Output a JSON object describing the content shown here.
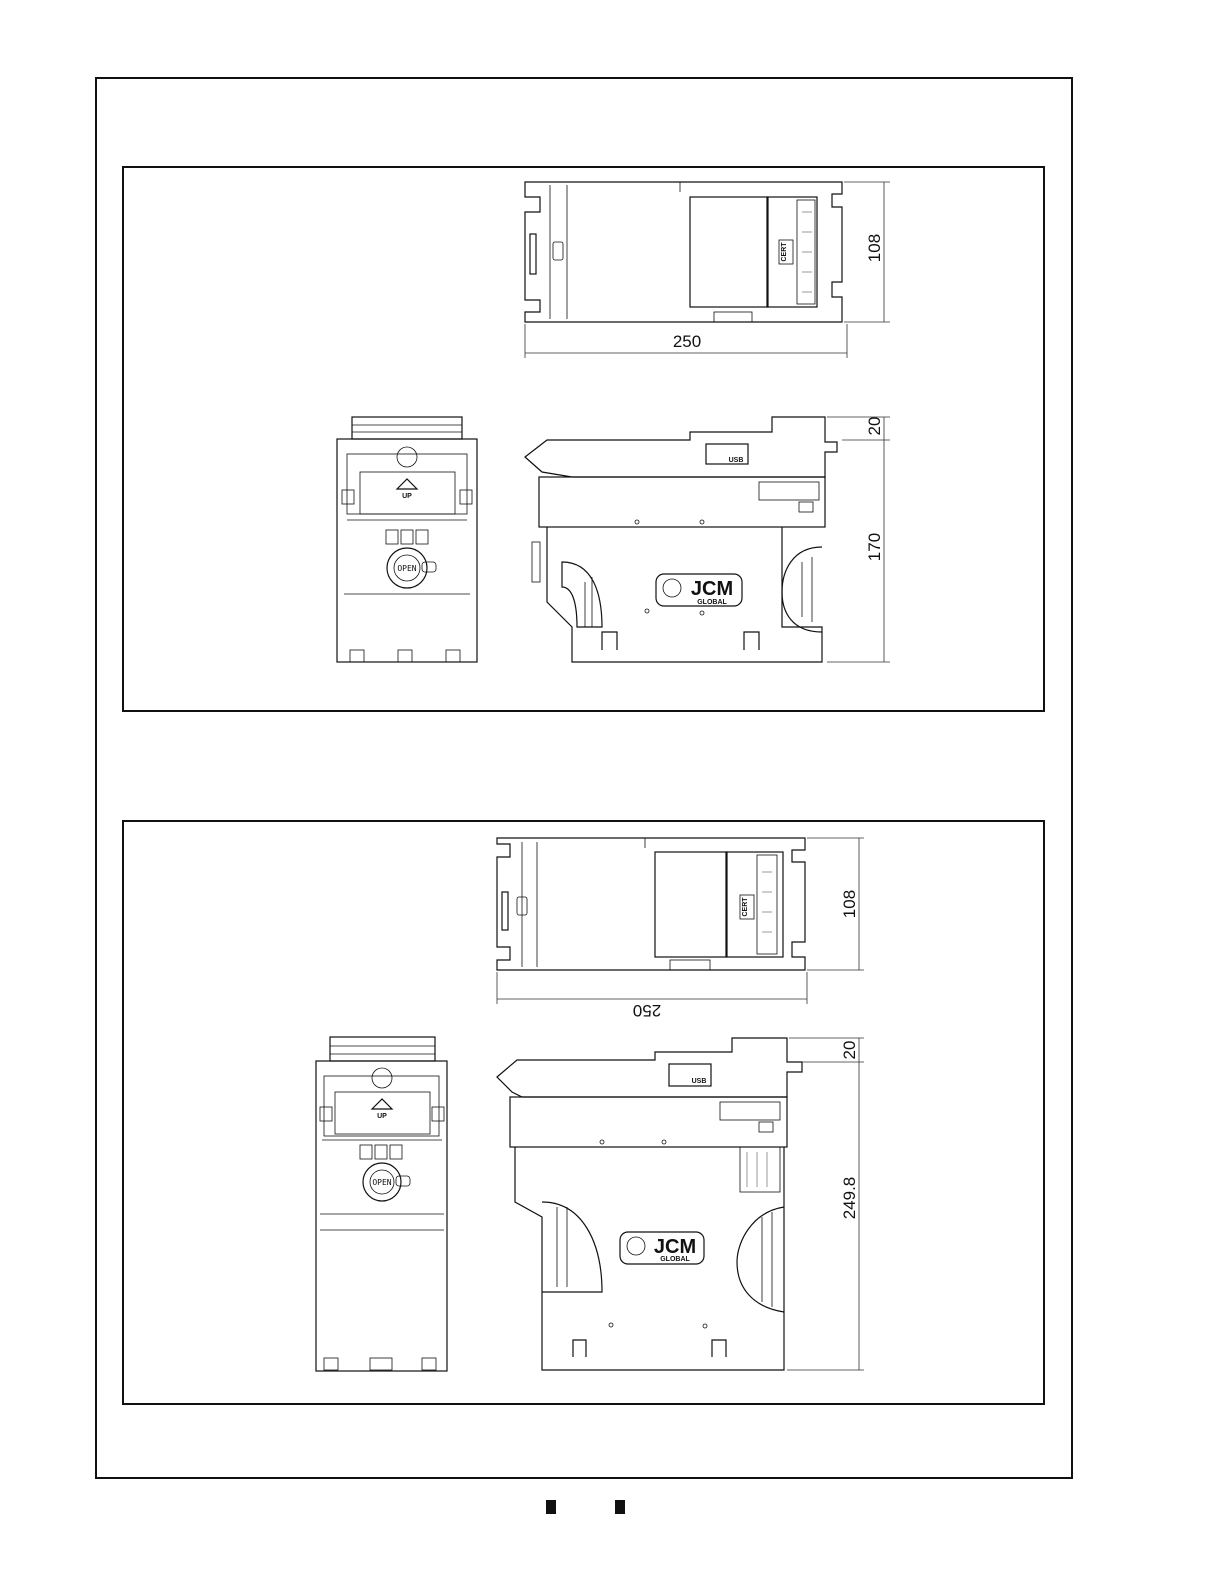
{
  "panel_top": {
    "top_view": {
      "dim_width": "250",
      "dim_depth": "108",
      "label": "CERT"
    },
    "front_view": {
      "badge_up": "UP",
      "badge_open": "OPEN"
    },
    "side_view": {
      "dim_top": "20",
      "dim_height": "170",
      "usb_label": "USB",
      "logo": "JCM",
      "logo_sub": "GLOBAL"
    }
  },
  "panel_bottom": {
    "top_view": {
      "dim_width": "250",
      "dim_depth": "108",
      "label": "CERT"
    },
    "front_view": {
      "badge_up": "UP",
      "badge_open": "OPEN"
    },
    "side_view": {
      "dim_top": "20",
      "dim_height": "249.8",
      "usb_label": "USB",
      "logo": "JCM",
      "logo_sub": "GLOBAL"
    }
  }
}
